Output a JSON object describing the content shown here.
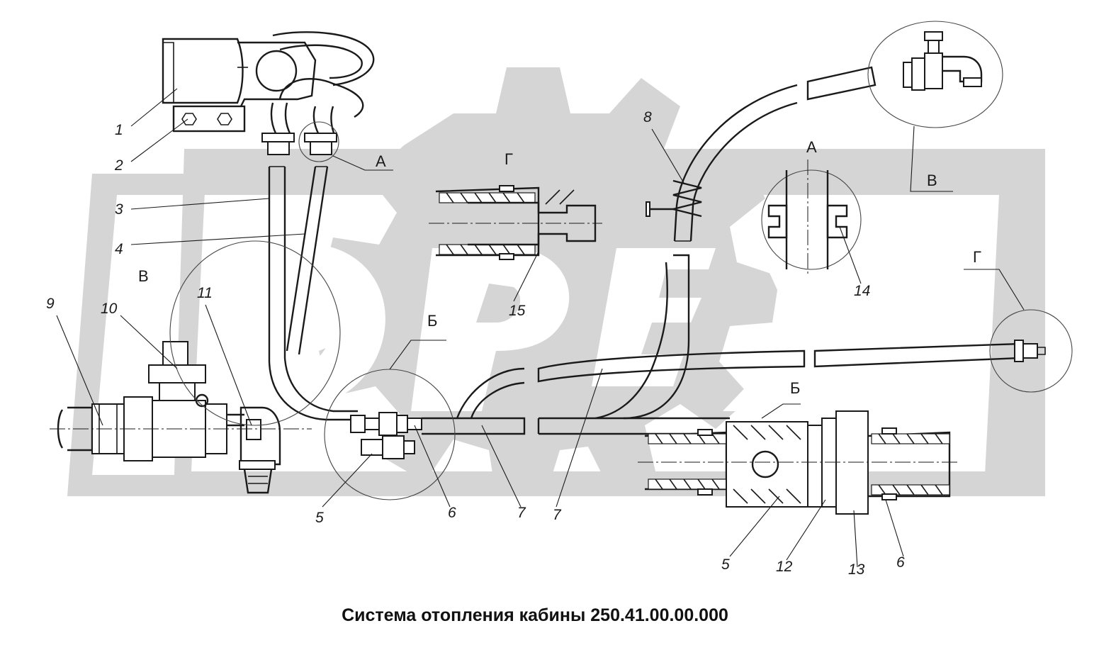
{
  "title": "Система отопления кабины 250.41.00.00.000",
  "callouts": [
    {
      "id": "n1",
      "text": "1"
    },
    {
      "id": "n2",
      "text": "2"
    },
    {
      "id": "n3",
      "text": "3"
    },
    {
      "id": "n4",
      "text": "4"
    },
    {
      "id": "n5a",
      "text": "5"
    },
    {
      "id": "n6a",
      "text": "6"
    },
    {
      "id": "n7a",
      "text": "7"
    },
    {
      "id": "n7b",
      "text": "7"
    },
    {
      "id": "n8",
      "text": "8"
    },
    {
      "id": "n9",
      "text": "9"
    },
    {
      "id": "n10",
      "text": "10"
    },
    {
      "id": "n11",
      "text": "11"
    },
    {
      "id": "n12",
      "text": "12"
    },
    {
      "id": "n13",
      "text": "13"
    },
    {
      "id": "n14",
      "text": "14"
    },
    {
      "id": "n15",
      "text": "15"
    },
    {
      "id": "n5b",
      "text": "5"
    },
    {
      "id": "n6b",
      "text": "6"
    }
  ],
  "views": {
    "A_left": "А",
    "A_detail": "А",
    "B_mark": "Б",
    "B_detail": "Б",
    "V_left": "В",
    "V_mark": "В",
    "G_mark": "Г",
    "G_detail": "Г"
  }
}
